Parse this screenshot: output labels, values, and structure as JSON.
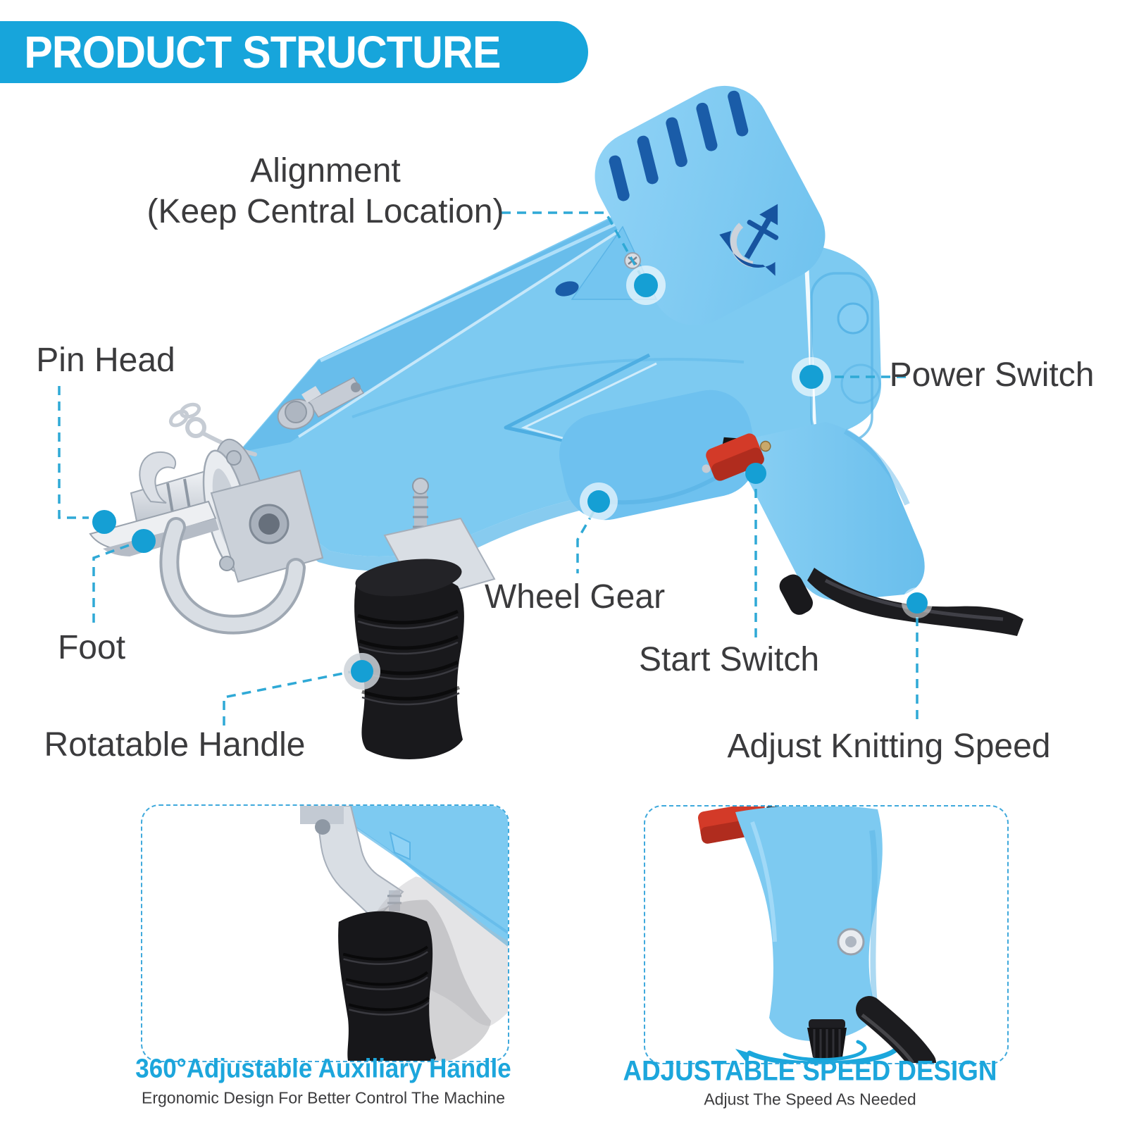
{
  "header": {
    "title": "PRODUCT STRUCTURE"
  },
  "labels": {
    "alignment": {
      "line1": "Alignment",
      "line2": "(Keep Central Location)"
    },
    "pin_head": {
      "text": "Pin Head"
    },
    "power_switch": {
      "text": "Power Switch"
    },
    "wheel_gear": {
      "text": "Wheel Gear"
    },
    "foot": {
      "text": "Foot"
    },
    "start_switch": {
      "text": "Start Switch"
    },
    "rotatable_handle": {
      "text": "Rotatable Handle"
    },
    "adjust_knitting_speed": {
      "text": "Adjust Knitting Speed"
    }
  },
  "panels": {
    "left": {
      "title": "360°Adjustable Auxiliary Handle",
      "subtitle": "Ergonomic Design For Better Control The Machine"
    },
    "right": {
      "title": "ADJUSTABLE SPEED DESIGN",
      "subtitle": "Adjust The Speed As Needed"
    }
  },
  "colors": {
    "banner_blue": "#17A5DB",
    "body_blue": "#7DCAF1",
    "body_shade": "#5AB4E6",
    "vent_navy": "#1A5CA8",
    "marker_teal": "#159FD4",
    "leader_dash": "#2FA9D6",
    "label_gray": "#3B3B3D",
    "caption_blue": "#1CA6DC",
    "switch_red": "#D33A28",
    "handle_black": "#19191C"
  }
}
